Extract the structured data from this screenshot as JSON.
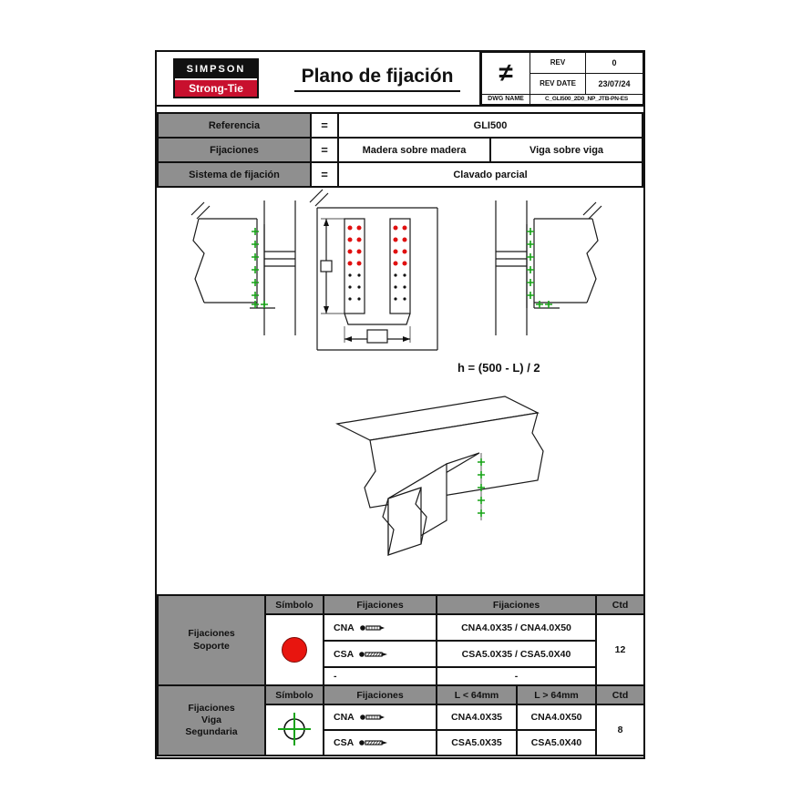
{
  "header": {
    "logo_line1": "SIMPSON",
    "logo_line2": "Strong-Tie",
    "title": "Plano de fijación",
    "projection_symbol": "≠",
    "rev_label": "REV",
    "rev_value": "0",
    "rev_date_label": "REV DATE",
    "rev_date_value": "23/07/24",
    "dwg_name_label": "DWG NAME",
    "dwg_name_value": "C_GLI500_2D0_NP_JTB-PN-ES"
  },
  "info_rows": [
    {
      "label": "Referencia",
      "eq": "=",
      "values": [
        "GLI500"
      ]
    },
    {
      "label": "Fijaciones",
      "eq": "=",
      "values": [
        "Madera sobre madera",
        "Viga sobre viga"
      ]
    },
    {
      "label": "Sistema de fijación",
      "eq": "=",
      "values": [
        "Clavado parcial"
      ]
    }
  ],
  "drawing": {
    "formula": "h = (500 - L) / 2"
  },
  "support_table": {
    "label": "Fijaciones Soporte",
    "col_simbolo": "Símbolo",
    "col_fijaciones_1": "Fijaciones",
    "col_fijaciones_2": "Fijaciones",
    "col_ctd": "Ctd",
    "rows": [
      {
        "code": "CNA",
        "value": "CNA4.0X35 / CNA4.0X50"
      },
      {
        "code": "CSA",
        "value": "CSA5.0X35 / CSA5.0X40"
      },
      {
        "code": "-",
        "value": "-"
      }
    ],
    "ctd": "12"
  },
  "beam_table": {
    "label": "Fijaciones Viga Segundaria",
    "col_simbolo": "Símbolo",
    "col_fijaciones": "Fijaciones",
    "col_l_small": "L < 64mm",
    "col_l_large": "L > 64mm",
    "col_ctd": "Ctd",
    "rows": [
      {
        "code": "CNA",
        "l_small": "CNA4.0X35",
        "l_large": "CNA4.0X50"
      },
      {
        "code": "CSA",
        "l_small": "CSA5.0X35",
        "l_large": "CSA5.0X40"
      }
    ],
    "ctd": "8"
  },
  "colors": {
    "accent_red": "#e8150f",
    "accent_green": "#17a317",
    "header_grey": "#8f8f8f",
    "logo_red": "#c8102e"
  }
}
